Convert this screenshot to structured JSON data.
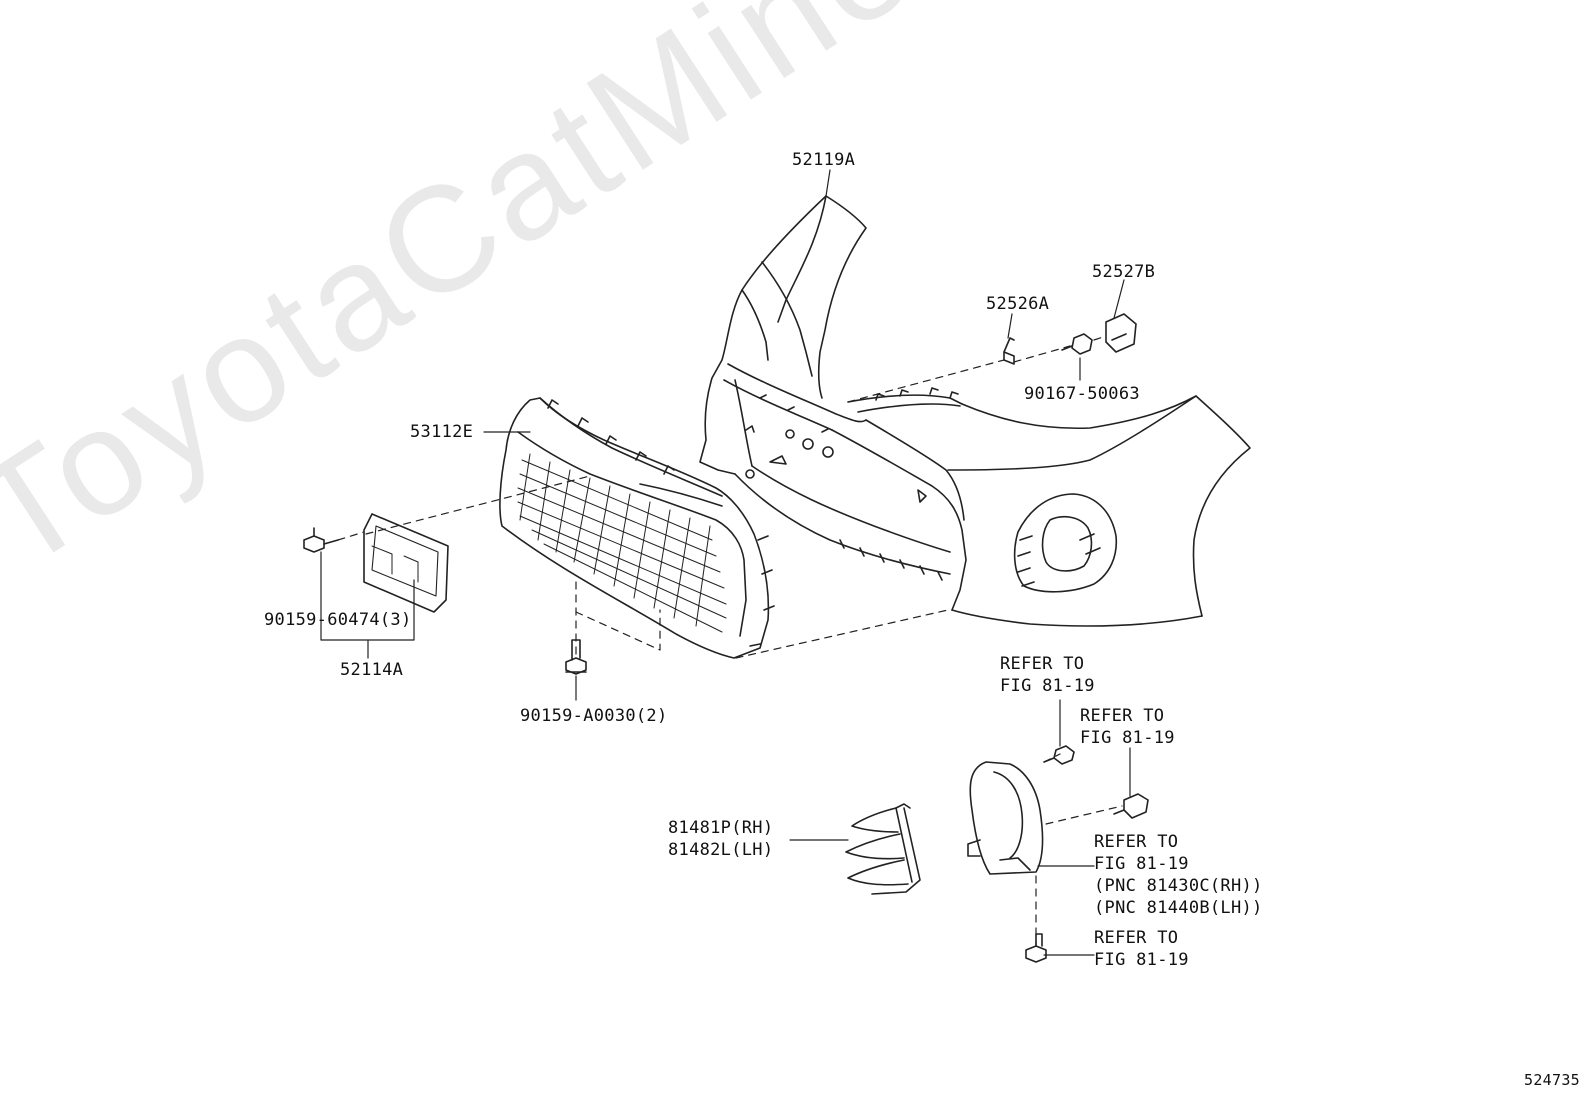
{
  "watermark": "ToyotaCatMine.ru",
  "figure_number": "524735",
  "labels": {
    "p52119A": "52119A",
    "p52527B": "52527B",
    "p52526A": "52526A",
    "p90167": "90167-50063",
    "p53112E": "53112E",
    "p90159_60474": "90159-60474(3)",
    "p52114A": "52114A",
    "p90159_A0030": "90159-A0030(2)",
    "ref1_a": "REFER TO",
    "ref1_b": "FIG 81-19",
    "ref2_a": "REFER TO",
    "ref2_b": "FIG 81-19",
    "p81481P": "81481P(RH)",
    "p81482L": "81482L(LH)",
    "ref3_a": "REFER TO",
    "ref3_b": "FIG 81-19",
    "ref3_c": "(PNC 81430C(RH))",
    "ref3_d": "(PNC 81440B(LH))",
    "ref4_a": "REFER TO",
    "ref4_b": "FIG 81-19"
  },
  "colors": {
    "line": "#222222",
    "watermark": "#e9e9e9"
  }
}
